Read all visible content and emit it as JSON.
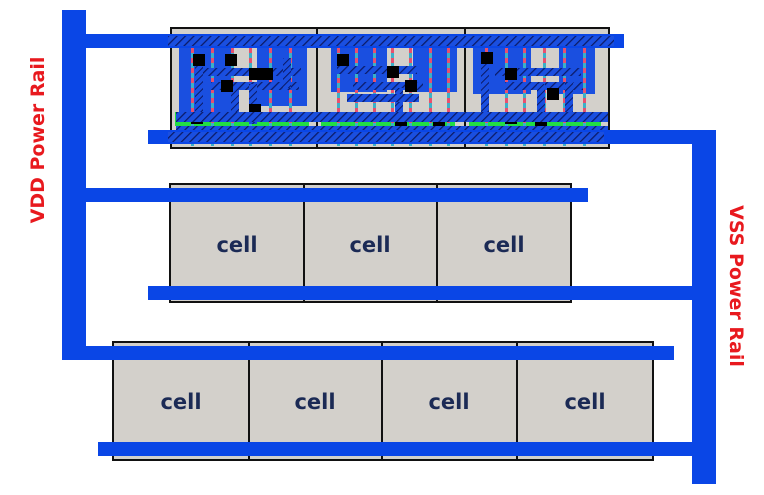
{
  "labels": {
    "vdd": "VDD Power Rail",
    "vss": "VSS Power Rail"
  },
  "rows": [
    {
      "cells": [
        "",
        "",
        ""
      ],
      "detailed": true
    },
    {
      "cells": [
        "cell",
        "cell",
        "cell"
      ]
    },
    {
      "cells": [
        "cell",
        "cell",
        "cell",
        "cell"
      ]
    }
  ],
  "colors": {
    "rail": "#0a46e6",
    "cell_fill": "#d3d0cb",
    "cell_border": "#111111",
    "label_red": "#e8191e",
    "label_text": "#1b2a55",
    "poly": "#e8506e",
    "diffusion": "#22dd44",
    "contact": "#000000"
  }
}
